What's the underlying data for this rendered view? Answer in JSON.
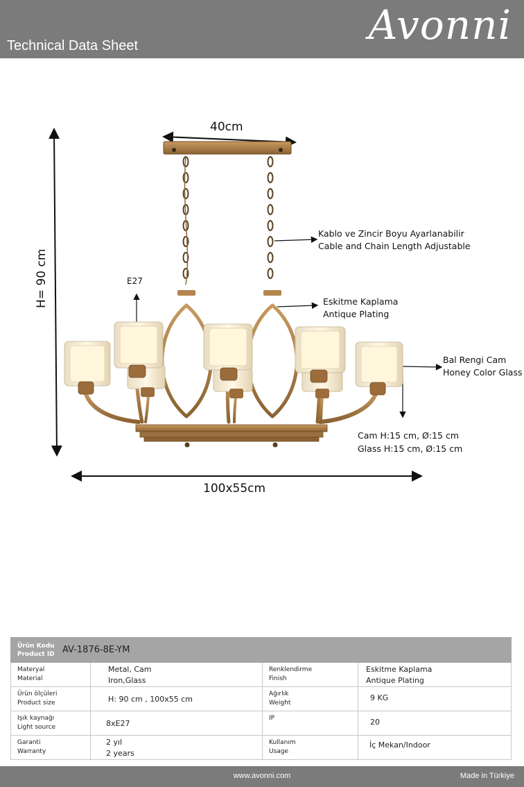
{
  "header": {
    "title": "Technical Data Sheet",
    "brand": "Avonni"
  },
  "drawing": {
    "width_label": "40cm",
    "height_label": "H= 90 cm",
    "base_label": "100x55cm",
    "socket_label": "E27",
    "cable_tr": "Kablo ve Zincir Boyu Ayarlanabilir",
    "cable_en": "Cable and Chain Length Adjustable",
    "plating_tr": "Eskitme Kaplama",
    "plating_en": "Antique Plating",
    "glass_tr": "Bal Rengi Cam",
    "glass_en": "Honey Color Glass",
    "glass_size_tr": "Cam H:15 cm, Ø:15 cm",
    "glass_size_en": "Glass H:15 cm, Ø:15 cm"
  },
  "table": {
    "product_id_tr": "Ürün Kodu",
    "product_id_en": "Product ID",
    "product_id_value": "AV-1876-8E-YM",
    "rows": [
      {
        "k1_tr": "Materyal",
        "k1_en": "Material",
        "v1_a": "Metal, Cam",
        "v1_b": "Iron,Glass",
        "k2_tr": "Renklendirme",
        "k2_en": "Finish",
        "v2_a": "Eskitme Kaplama",
        "v2_b": "Antique Plating"
      },
      {
        "k1_tr": "Ürün ölçüleri",
        "k1_en": "Product size",
        "v1_a": "H: 90 cm ,  100x55 cm",
        "v1_b": "",
        "k2_tr": "Ağırlık",
        "k2_en": "Weight",
        "v2_a": "9 KG",
        "v2_b": ""
      },
      {
        "k1_tr": "Işık kaynağı",
        "k1_en": "Light source",
        "v1_a": "8xE27",
        "v1_b": "",
        "k2_tr": "IP",
        "k2_en": "",
        "v2_a": "20",
        "v2_b": ""
      },
      {
        "k1_tr": "Garanti",
        "k1_en": "Warranty",
        "v1_a": "2 yıl",
        "v1_b": "2 years",
        "k2_tr": "Kullanım",
        "k2_en": "Usage",
        "v2_a": "İç Mekan/Indoor",
        "v2_b": ""
      }
    ]
  },
  "footer": {
    "site": "www.avonni.com",
    "made": "Made in Türkiye"
  },
  "colors": {
    "band": "#7b7b7b",
    "id_row": "#a5a5a5",
    "brass": "#a67c47",
    "glass": "#fdf3dc"
  }
}
